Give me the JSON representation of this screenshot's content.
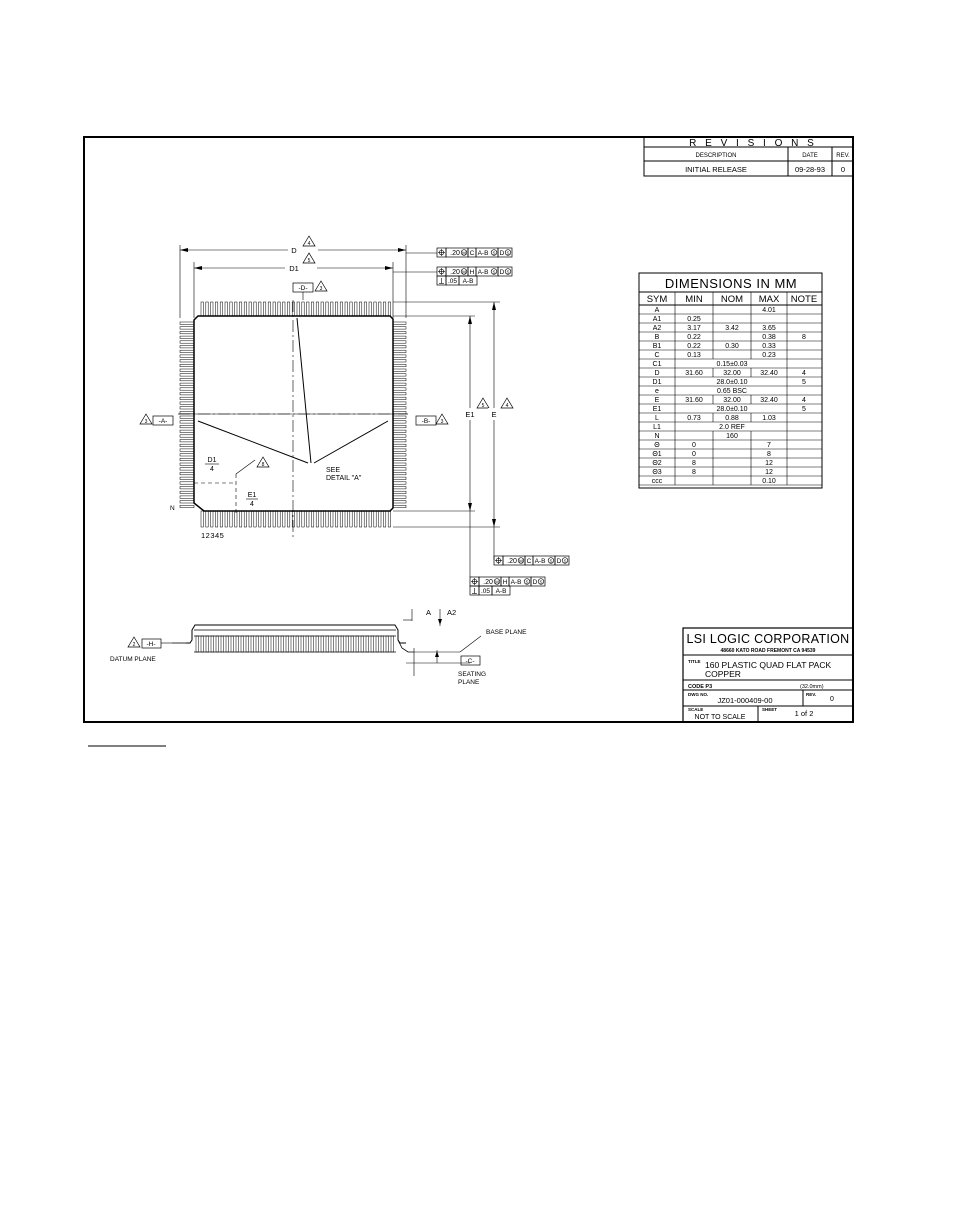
{
  "revisions": {
    "title": "R E V I S I O N S",
    "headers": [
      "DESCRIPTION",
      "DATE",
      "REV."
    ],
    "rows": [
      [
        "INITIAL RELEASE",
        "09-28-93",
        "0"
      ]
    ]
  },
  "dimensions_table": {
    "title": "DIMENSIONS IN MM",
    "headers": [
      "SYM",
      "MIN",
      "NOM",
      "MAX",
      "NOTE"
    ],
    "rows": [
      {
        "sym": "A",
        "min": "",
        "nom": "",
        "max": "4.01",
        "note": "",
        "merged": ""
      },
      {
        "sym": "A1",
        "min": "0.25",
        "nom": "",
        "max": "",
        "note": "",
        "merged": ""
      },
      {
        "sym": "A2",
        "min": "3.17",
        "nom": "3.42",
        "max": "3.65",
        "note": "",
        "merged": ""
      },
      {
        "sym": "B",
        "min": "0.22",
        "nom": "",
        "max": "0.38",
        "note": "8",
        "merged": ""
      },
      {
        "sym": "B1",
        "min": "0.22",
        "nom": "0.30",
        "max": "0.33",
        "note": "",
        "merged": ""
      },
      {
        "sym": "C",
        "min": "0.13",
        "nom": "",
        "max": "0.23",
        "note": "",
        "merged": ""
      },
      {
        "sym": "C1",
        "min": "",
        "nom": "",
        "max": "",
        "note": "",
        "merged": "0.15±0.03"
      },
      {
        "sym": "D",
        "min": "31.60",
        "nom": "32.00",
        "max": "32.40",
        "note": "4",
        "merged": ""
      },
      {
        "sym": "D1",
        "min": "",
        "nom": "",
        "max": "",
        "note": "5",
        "merged": "28.0±0.10"
      },
      {
        "sym": "e",
        "min": "",
        "nom": "",
        "max": "",
        "note": "",
        "merged": "0.65 BSC"
      },
      {
        "sym": "E",
        "min": "31.60",
        "nom": "32.00",
        "max": "32.40",
        "note": "4",
        "merged": ""
      },
      {
        "sym": "E1",
        "min": "",
        "nom": "",
        "max": "",
        "note": "5",
        "merged": "28.0±0.10"
      },
      {
        "sym": "L",
        "min": "0.73",
        "nom": "0.88",
        "max": "1.03",
        "note": "",
        "merged": ""
      },
      {
        "sym": "L1",
        "min": "",
        "nom": "",
        "max": "",
        "note": "",
        "merged": "2.0 REF"
      },
      {
        "sym": "N",
        "min": "",
        "nom": "160",
        "max": "",
        "note": "",
        "merged": ""
      },
      {
        "sym": "Θ",
        "min": "0",
        "nom": "",
        "max": "7",
        "note": "",
        "merged": ""
      },
      {
        "sym": "Θ1",
        "min": "0",
        "nom": "",
        "max": "8",
        "note": "",
        "merged": ""
      },
      {
        "sym": "Θ2",
        "min": "8",
        "nom": "",
        "max": "12",
        "note": "",
        "merged": ""
      },
      {
        "sym": "Θ3",
        "min": "8",
        "nom": "",
        "max": "12",
        "note": "",
        "merged": ""
      },
      {
        "sym": "ccc",
        "min": "",
        "nom": "",
        "max": "0.10",
        "note": "",
        "merged": ""
      }
    ]
  },
  "title_block": {
    "company": "LSI LOGIC CORPORATION",
    "address": "48660 KATO ROAD   FREMONT  CA  94539",
    "title_label": "TITLE",
    "title_line1": "160  PLASTIC  QUAD  FLAT  PACK",
    "title_line2": "COPPER",
    "code_label": "CODE  P3",
    "size_note": "(32.0mm)",
    "dwg_label": "DWG NO.",
    "dwg_no": "JZ01-000409-00",
    "rev_label": "REV.",
    "rev": "0",
    "scale_label": "SCALE",
    "scale": "NOT  TO  SCALE",
    "sheet_label": "SHEET",
    "sheet": "1  of  2"
  },
  "drawing_labels": {
    "d": "D",
    "d1": "D1",
    "e": "E",
    "e1": "E1",
    "d1_over_4_num": "D1",
    "d1_over_4_den": "4",
    "e1_over_4_num": "E1",
    "e1_over_4_den": "4",
    "see_detail": "SEE",
    "detail_a": "DETAIL \"A\"",
    "pin_n": "N",
    "pin_numbers": "12345",
    "datum_a": "-A-",
    "datum_b": "-B-",
    "datum_d": "-D-",
    "datum_c": "-C-",
    "datum_h": "-H-",
    "fcf_d_tol": ".20",
    "fcf_d_refs": [
      "C",
      "A-B",
      "D"
    ],
    "fcf_d1_tol": ".20",
    "fcf_d1_refs": [
      "H",
      "A-B",
      "D"
    ],
    "fcf_d1_perp": ".05",
    "fcf_d1_perp_ref": "A-B",
    "fcf_e_tol": ".20",
    "fcf_e_refs": [
      "C",
      "A-B",
      "D"
    ],
    "fcf_e1_tol": ".20",
    "fcf_e1_refs": [
      "H",
      "A-B",
      "D"
    ],
    "fcf_e1_perp": ".05",
    "fcf_e1_perp_ref": "A-B",
    "note_3": "3",
    "note_4": "4",
    "note_5": "5",
    "note_7": "7",
    "note_8": "8",
    "note_2": "2",
    "dim_a": "A",
    "dim_a2": "A2",
    "base_plane": "BASE PLANE",
    "datum_plane": "DATUM PLANE",
    "seating": "SEATING",
    "plane": "PLANE"
  }
}
